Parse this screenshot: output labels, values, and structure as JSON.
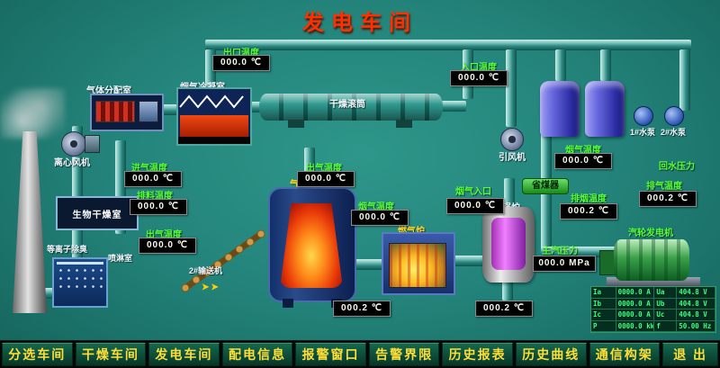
{
  "title": "发电车间",
  "gauges": [
    {
      "label": "出口温度",
      "value": "000.0 ℃"
    },
    {
      "label": "入口温度",
      "value": "000.0 ℃"
    },
    {
      "label": "进气温度",
      "value": "000.0 ℃"
    },
    {
      "label": "排料温度",
      "value": "000.0 ℃"
    },
    {
      "label": "出气温度",
      "value": "000.0 ℃"
    },
    {
      "label": "出气温度",
      "value": "000.0 ℃"
    },
    {
      "label": "烟气温度",
      "value": "000.0 ℃"
    },
    {
      "label": "烟气入口",
      "value": "000.0 ℃"
    },
    {
      "label": "烟气温度",
      "value": "000.0 ℃"
    },
    {
      "label": "排烟温度",
      "value": "000.2 ℃"
    },
    {
      "label": "排气温度",
      "value": "000.2 ℃"
    },
    {
      "label": "主汽压力",
      "value": "000.0 MPa"
    },
    {
      "label": "",
      "value": "000.2 ℃"
    },
    {
      "label": "",
      "value": "000.2 ℃"
    }
  ],
  "extra_labels": {
    "return_water_pressure": "回水压力"
  },
  "equipment": {
    "gas_distribution": "气体分配室",
    "condenser": "烟气冷凝室",
    "drum": "干燥滚筒",
    "centrifugal_fan": "离心风机",
    "bio_room": "生物干燥室",
    "plasma": "等离子除臭",
    "spray_room": "喷淋室",
    "conveyor": "2#输送机",
    "gasifier": "气化炉",
    "furnace": "燃气炉",
    "boiler": "蒸汽锅炉",
    "economizer": "省煤器",
    "induced_fan": "引风机",
    "generator": "汽轮发电机",
    "pump1": "1#水泵",
    "pump2": "2#水泵"
  },
  "generator_table": {
    "rows": [
      [
        "Ia",
        "0000.0 A",
        "Ua",
        "404.8 V"
      ],
      [
        "Ib",
        "0000.0 A",
        "Ub",
        "404.8 V"
      ],
      [
        "Ic",
        "0000.0 A",
        "Uc",
        "404.8 V"
      ],
      [
        "P",
        "0000.0 kW",
        "f",
        "50.00 Hz"
      ]
    ]
  },
  "menu": {
    "items": [
      "分选车间",
      "干燥车间",
      "发电车间",
      "配电信息",
      "报警窗口",
      "告警界限",
      "历史报表",
      "历史曲线",
      "通信构架",
      "退 出"
    ]
  }
}
